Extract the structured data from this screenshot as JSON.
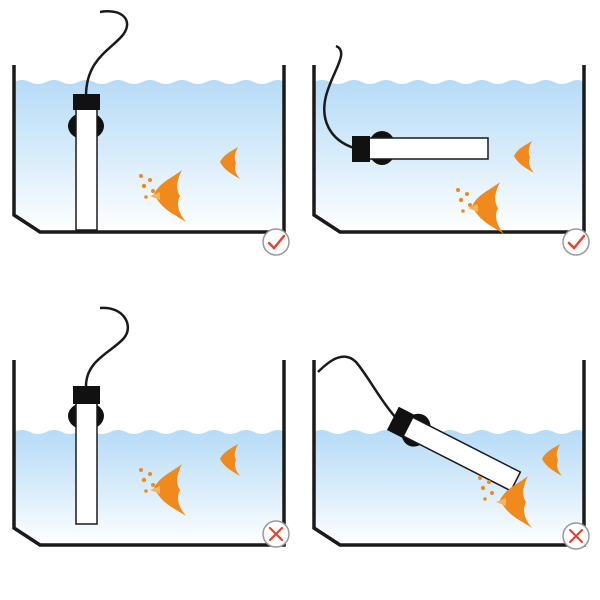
{
  "colors": {
    "water_top": "#b6dbf7",
    "water_bottom": "#ffffff",
    "fish": "#f08a1c",
    "fish_light": "#f7b45e",
    "tank": "#1a1a1a",
    "heater_body": "#ffffff",
    "heater_cap": "#111111",
    "check": "#e8432a",
    "cross": "#e8432a"
  },
  "panels": [
    {
      "heater_orientation": "vertical-submerged",
      "verdict": "correct",
      "verdict_icon": "check-icon"
    },
    {
      "heater_orientation": "horizontal-submerged",
      "verdict": "correct",
      "verdict_icon": "check-icon"
    },
    {
      "heater_orientation": "vertical-above-waterline",
      "verdict": "incorrect",
      "verdict_icon": "cross-icon"
    },
    {
      "heater_orientation": "tilted-above-waterline",
      "verdict": "incorrect",
      "verdict_icon": "cross-icon"
    }
  ]
}
